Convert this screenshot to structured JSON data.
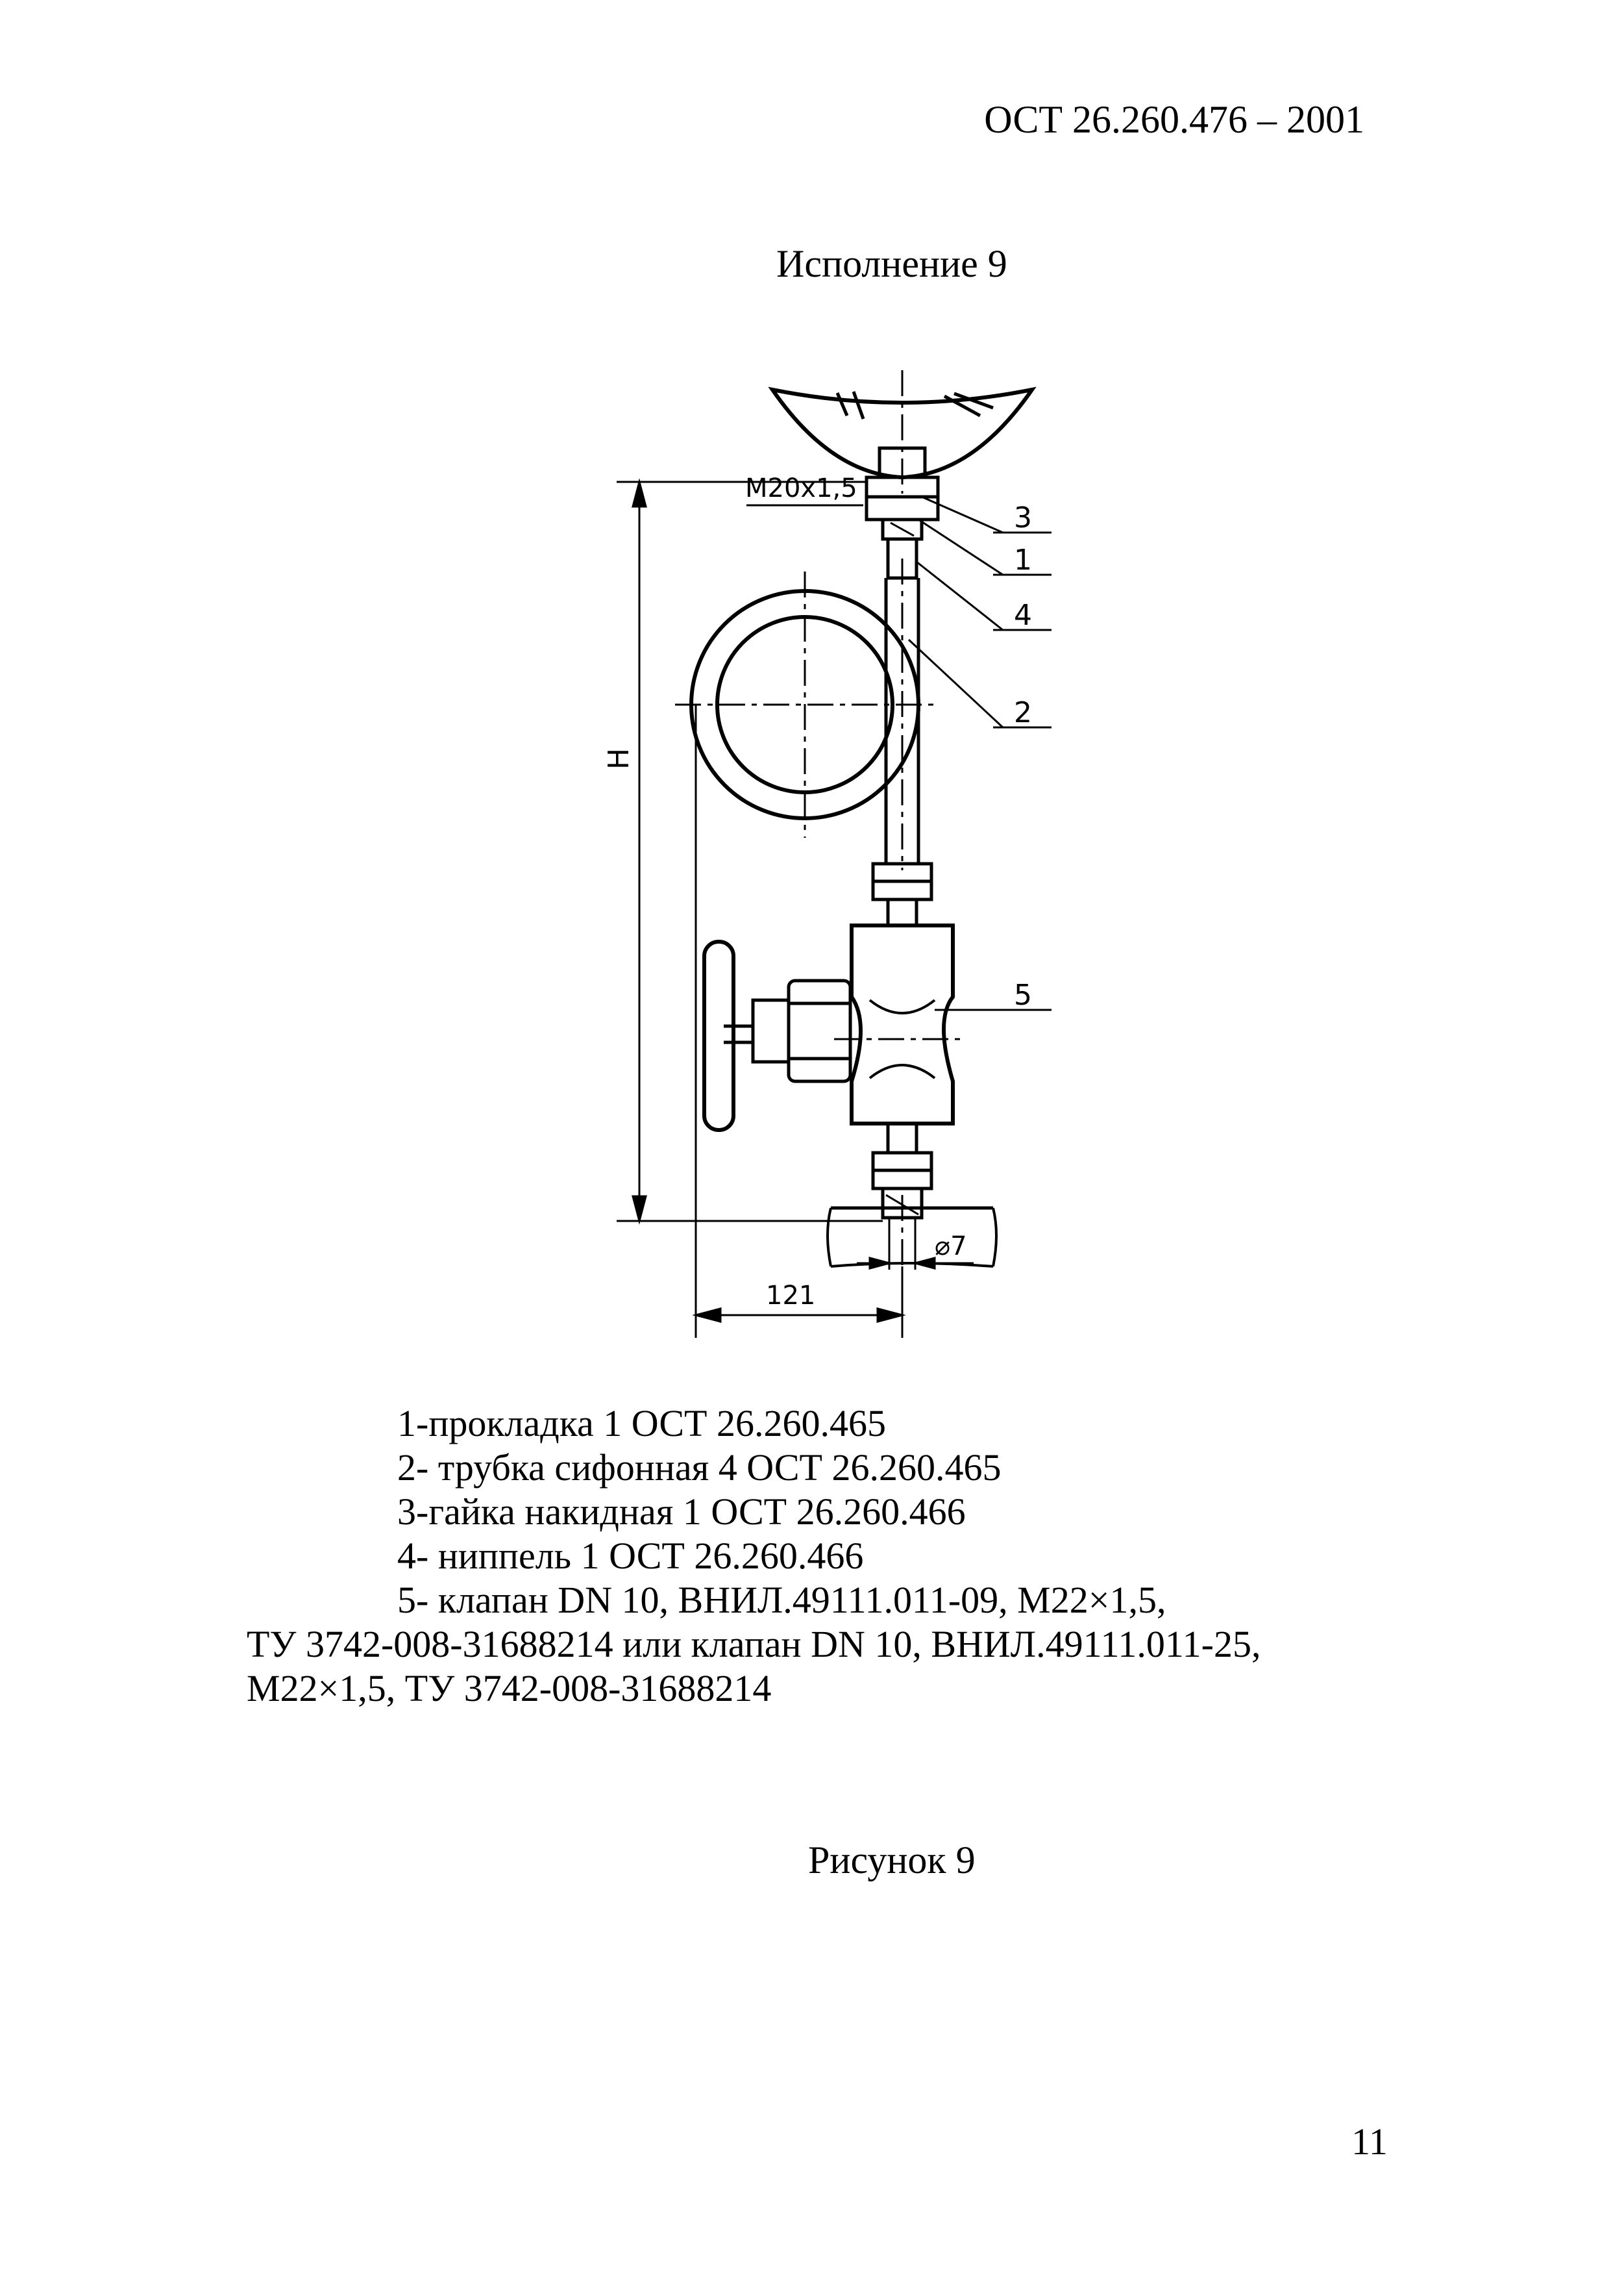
{
  "header": {
    "doc_code": "ОСТ 26.260.476 – 2001"
  },
  "title": "Исполнение 9",
  "drawing": {
    "thread_label": "M20x1,5",
    "callouts": [
      "3",
      "1",
      "4",
      "2",
      "5"
    ],
    "height_label": "H",
    "width_label": "121",
    "diameter_label": "⌀7"
  },
  "legend": {
    "item1": "1-прокладка  1 ОСТ 26.260.465",
    "item2": "2- трубка сифонная 4 ОСТ 26.260.465",
    "item3": "3-гайка накидная 1 ОСТ 26.260.466",
    "item4": "4- ниппель 1  ОСТ 26.260.466",
    "item5_line1": "5- клапан DN 10, ВНИЛ.49111.011-09, M22×1,5,",
    "item5_line2": "ТУ 3742-008-31688214 или клапан DN 10, ВНИЛ.49111.011-25,",
    "item5_line3": "M22×1,5, ТУ 3742-008-31688214"
  },
  "figure_caption": "Рисунок 9",
  "page_number": "11"
}
